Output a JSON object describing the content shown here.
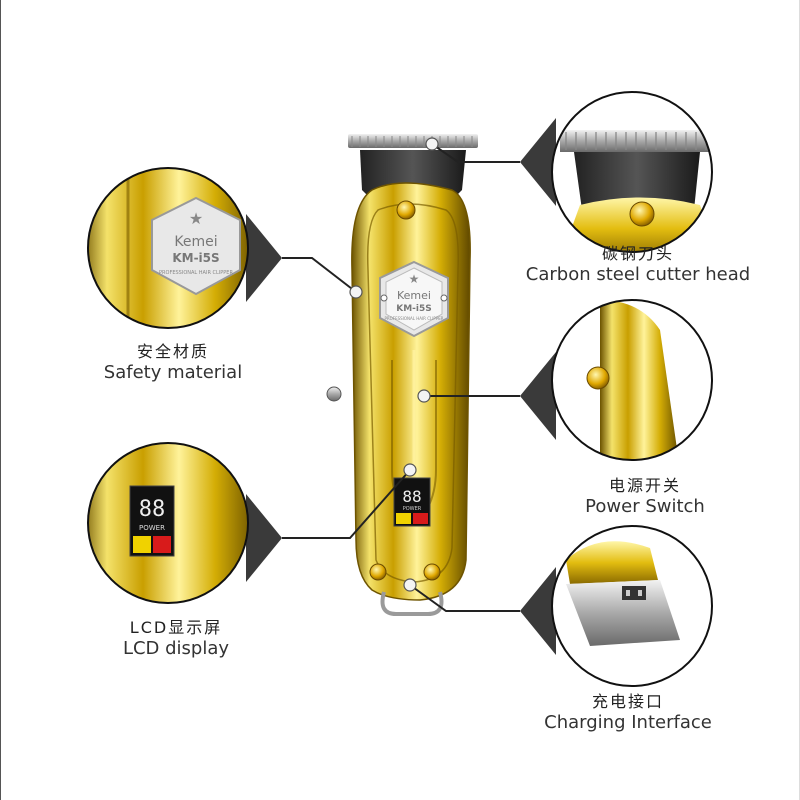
{
  "brand": "Kemei",
  "model": "KM-i5S",
  "plate_text": "PROFESSIONAL HAIR CLIPPER",
  "lcd_digits": "88",
  "lcd_label": "POWER",
  "callouts": {
    "cutter": {
      "cn": "碳钢刀头",
      "en": "Carbon steel cutter head"
    },
    "safety": {
      "cn": "安全材质",
      "en": "Safety material"
    },
    "switch": {
      "cn": "电源开关",
      "en": "Power Switch"
    },
    "lcd": {
      "cn": "LCD显示屏",
      "en": "LCD display"
    },
    "charging": {
      "cn": "充电接口",
      "en": "Charging Interface"
    }
  },
  "colors": {
    "gold": "#d9b20a",
    "gold_light": "#f6e56a",
    "gold_dark": "#8a6a00",
    "chrome": "#c9c9c9",
    "lcd_red": "#d81b1b"
  }
}
